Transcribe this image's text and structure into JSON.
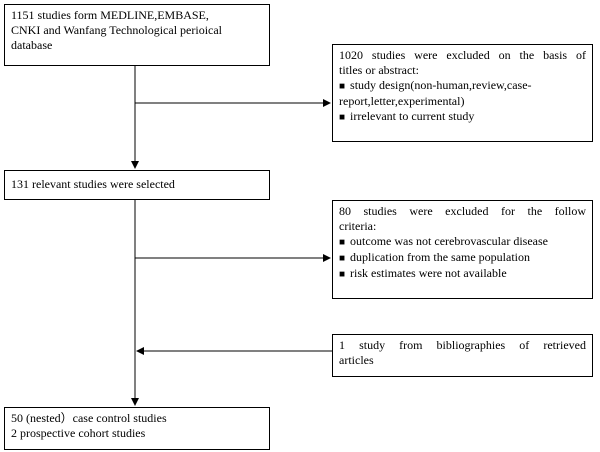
{
  "boxes": {
    "search": {
      "lines": [
        "1151 studies form MEDLINE,EMBASE,",
        "CNKI and Wanfang Technological perioical",
        "database"
      ]
    },
    "excluded_titles": {
      "lines": [
        "1020 studies were excluded on the basis of",
        "titles or abstract:"
      ],
      "bullets": [
        "study design(non-human,review,case-",
        "report,letter,experimental)",
        "irrelevant to current study"
      ]
    },
    "selected": {
      "text": "131 relevant studies were selected"
    },
    "excluded_criteria": {
      "lines": [
        "80 studies were excluded for the follow",
        "criteria:"
      ],
      "bullets": [
        "outcome was not cerebrovascular disease",
        "duplication from the same population",
        "risk estimates were not available"
      ]
    },
    "bibliography": {
      "lines": [
        "1 study from bibliographies of retrieved",
        "articles"
      ]
    },
    "included": {
      "lines": [
        "50 (nested）case control studies",
        "2 prospective cohort studies"
      ]
    }
  }
}
